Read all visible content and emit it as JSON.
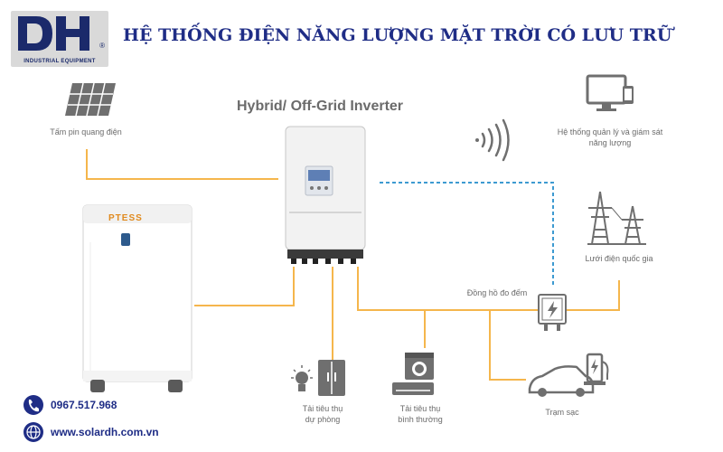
{
  "header": {
    "logo_text": "DH",
    "logo_subtitle": "INDUSTRIAL EQUIPMENT",
    "title": "HỆ THỐNG ĐIỆN NĂNG LƯỢNG MẶT TRỜI CÓ LƯU TRỮ"
  },
  "diagram": {
    "inverter_label": "Hybrid/ Off-Grid Inverter",
    "battery_brand": "PTESS",
    "solar_panel_label": "Tấm pin quang điện",
    "monitoring_label_line1": "Hệ thống quản lý và giám sát",
    "monitoring_label_line2": "năng lượng",
    "grid_label": "Lưới điện quốc gia",
    "meter_label": "Đồng hồ đo đếm",
    "backup_load_line1": "Tải tiêu thụ",
    "backup_load_line2": "dự phòng",
    "normal_load_line1": "Tải tiêu thụ",
    "normal_load_line2": "bình thường",
    "charging_label": "Trạm sạc"
  },
  "contact": {
    "phone": "0967.517.968",
    "website": "www.solardh.com.vn"
  },
  "colors": {
    "title": "#1f2d86",
    "line_power": "#f5b64c",
    "line_data": "#3d9ad1",
    "icon_gray": "#6f6f6f"
  }
}
